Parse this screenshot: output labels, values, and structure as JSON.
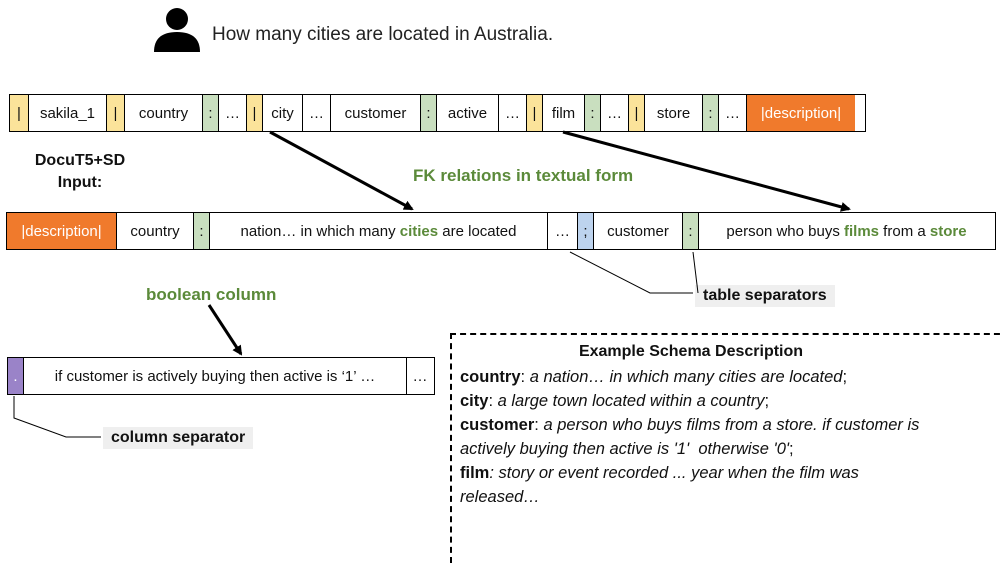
{
  "question": "How many cities are located in Australia.",
  "top_row": [
    "|",
    "sakila_1",
    "|",
    "country",
    ":",
    "…",
    "|",
    "city",
    "…",
    "customer",
    ":",
    "active",
    "…",
    "|",
    "film",
    ":",
    "…",
    "|",
    "store",
    ":",
    "…",
    "|description|"
  ],
  "left_label": {
    "line1": "DocuT5+SD",
    "line2": "Input:"
  },
  "fk_label": "FK relations in textual form",
  "mid_row": {
    "desc": "|description|",
    "country": "country",
    "colon1": ":",
    "country_text_a": "nation… in which many ",
    "country_text_hl": "cities",
    "country_text_b": " are located",
    "ellipsis": "…",
    "semicolon": ";",
    "customer": "customer",
    "colon2": ":",
    "cust_a": "person who buys ",
    "cust_hl1": "films",
    "cust_b": " from a ",
    "cust_hl2": "store"
  },
  "table_sep_label": "table separators",
  "boolean_label": "boolean column",
  "bottom_row": {
    "dot": ".",
    "text": "if customer is actively buying then active is ‘1’ …",
    "ellipsis": "…"
  },
  "column_sep_label": "column separator",
  "schema": {
    "title": "Example Schema Description",
    "l1_b": "country",
    "l1": ": ",
    "l1_i": "a nation… in which many cities are located",
    "l1_end": ";",
    "l2_b": "city",
    "l2": ": ",
    "l2_i": "a large town located within a country",
    "l2_end": ";",
    "l3_b": "customer",
    "l3": ": ",
    "l3_i": "a person who buys films from a store. if customer is",
    "l4_i": "actively buying then active is '1'  otherwise '0'",
    "l4_end": ";",
    "l5_b": "film",
    "l5_i": ": story or event recorded ... year when the film was",
    "l6_i": "released…"
  },
  "colors": {
    "yellow": "#fbe39a",
    "green": "#c9dfbf",
    "orange": "#f07a2c",
    "blue": "#bdd3ee",
    "purple": "#9a83c8",
    "accent_text": "#5b8a3a"
  },
  "icons": [
    "user-icon"
  ]
}
